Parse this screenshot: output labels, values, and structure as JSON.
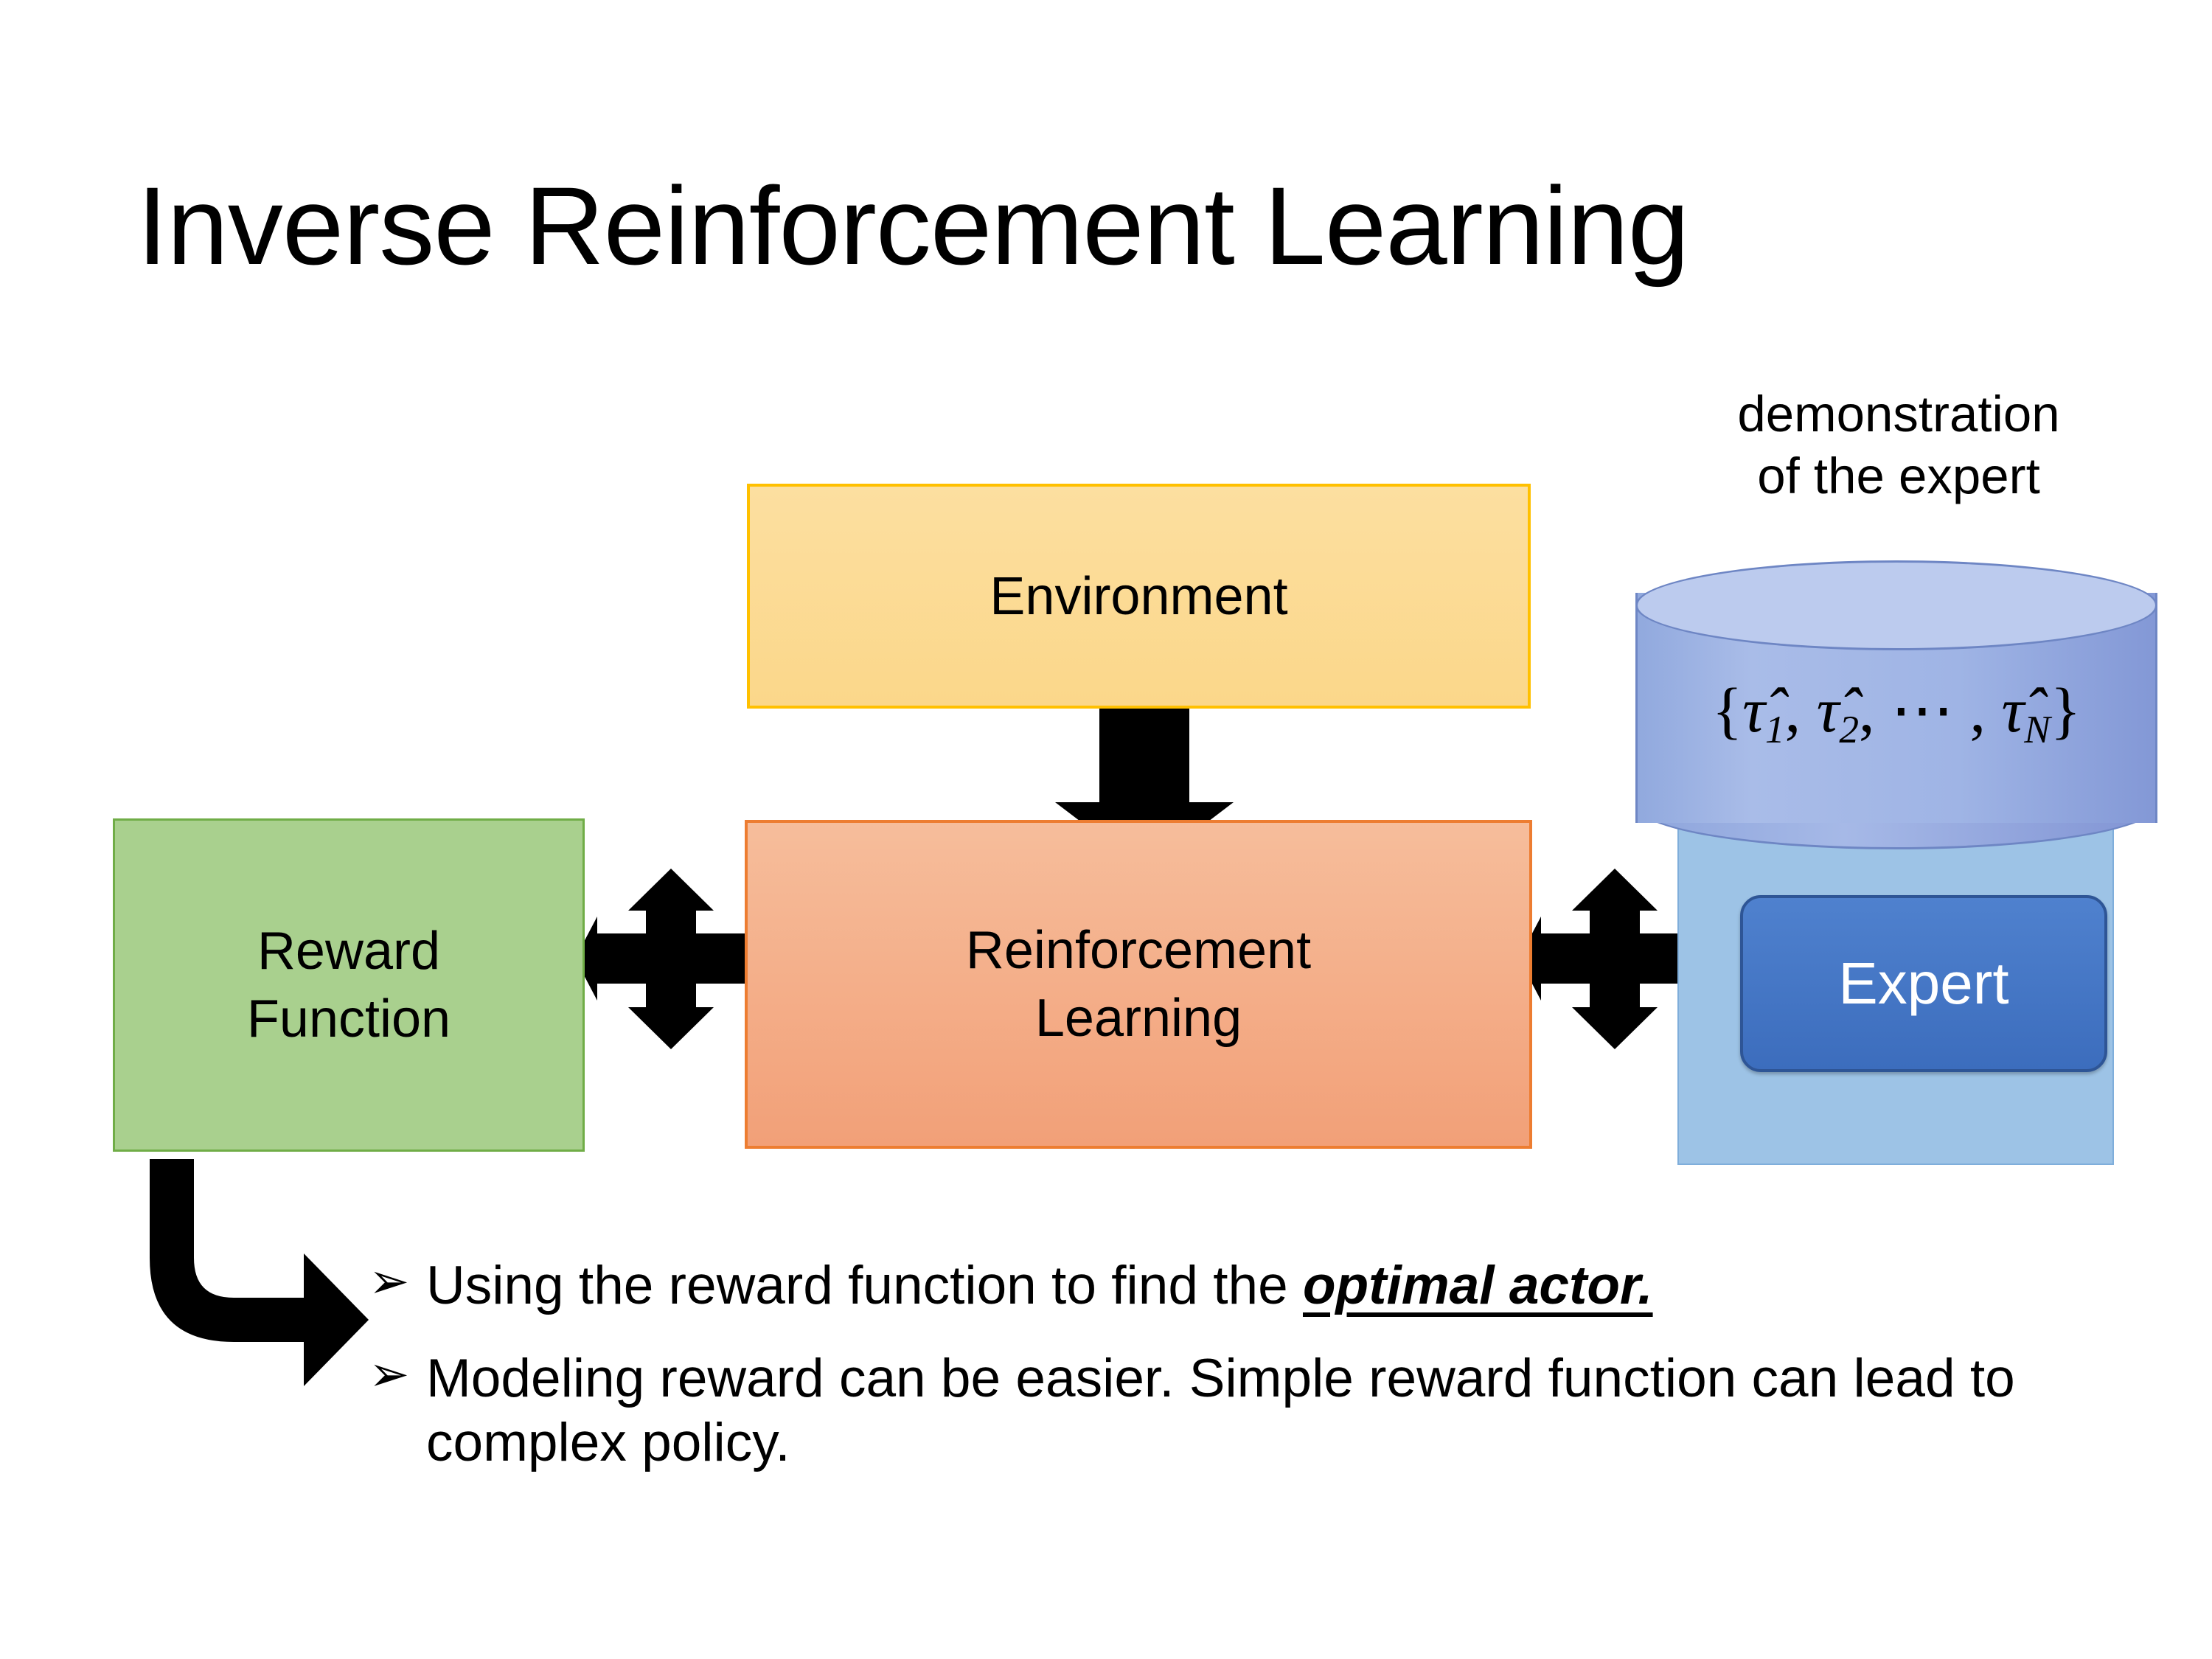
{
  "slide": {
    "title": "Inverse Reinforcement Learning",
    "background_color": "#FFFFFF"
  },
  "diagram": {
    "environment_box": {
      "label": "Environment",
      "fill_color": "#FBD78A",
      "border_color": "#FFC000"
    },
    "reinforcement_learning_box": {
      "label_line1": "Reinforcement",
      "label_line2": "Learning",
      "fill_color": "#F2A078",
      "border_color": "#ED7D31"
    },
    "reward_function_box": {
      "label_line1": "Reward",
      "label_line2": "Function",
      "fill_color": "#A9D08E",
      "border_color": "#70AD47"
    },
    "expert_panel": {
      "caption_line1": "demonstration",
      "caption_line2": "of the expert",
      "cylinder_formula_open": "{",
      "cylinder_formula": "τ̂₁, τ̂₂, ⋯ , τ̂ₙ",
      "cylinder_terms": [
        "τ̂",
        "1",
        "τ̂",
        "2",
        "⋯",
        "τ̂",
        "N"
      ],
      "cylinder_fill_color": "#9FB4E5",
      "panel_fill_color": "#9DC3E6",
      "expert_button_label": "Expert",
      "expert_button_fill": "#4472C4",
      "expert_button_text_color": "#FFFFFF"
    },
    "connectors": [
      {
        "name": "environment-to-rl-arrow",
        "type": "down-arrow",
        "color": "#000000"
      },
      {
        "name": "reward-rl-double-arrow",
        "type": "quad-arrow",
        "color": "#000000"
      },
      {
        "name": "rl-expert-double-arrow",
        "type": "quad-arrow",
        "color": "#000000"
      },
      {
        "name": "reward-to-bullet-elbow-arrow",
        "type": "elbow-arrow",
        "color": "#000000"
      }
    ]
  },
  "bullets": [
    {
      "marker": "➢",
      "text_before": "Using the reward function to find the ",
      "emphasis": "optimal actor.",
      "text_after": ""
    },
    {
      "marker": "➢",
      "text_before": "Modeling reward can be easier. Simple reward function can lead to complex policy.",
      "emphasis": "",
      "text_after": ""
    }
  ]
}
